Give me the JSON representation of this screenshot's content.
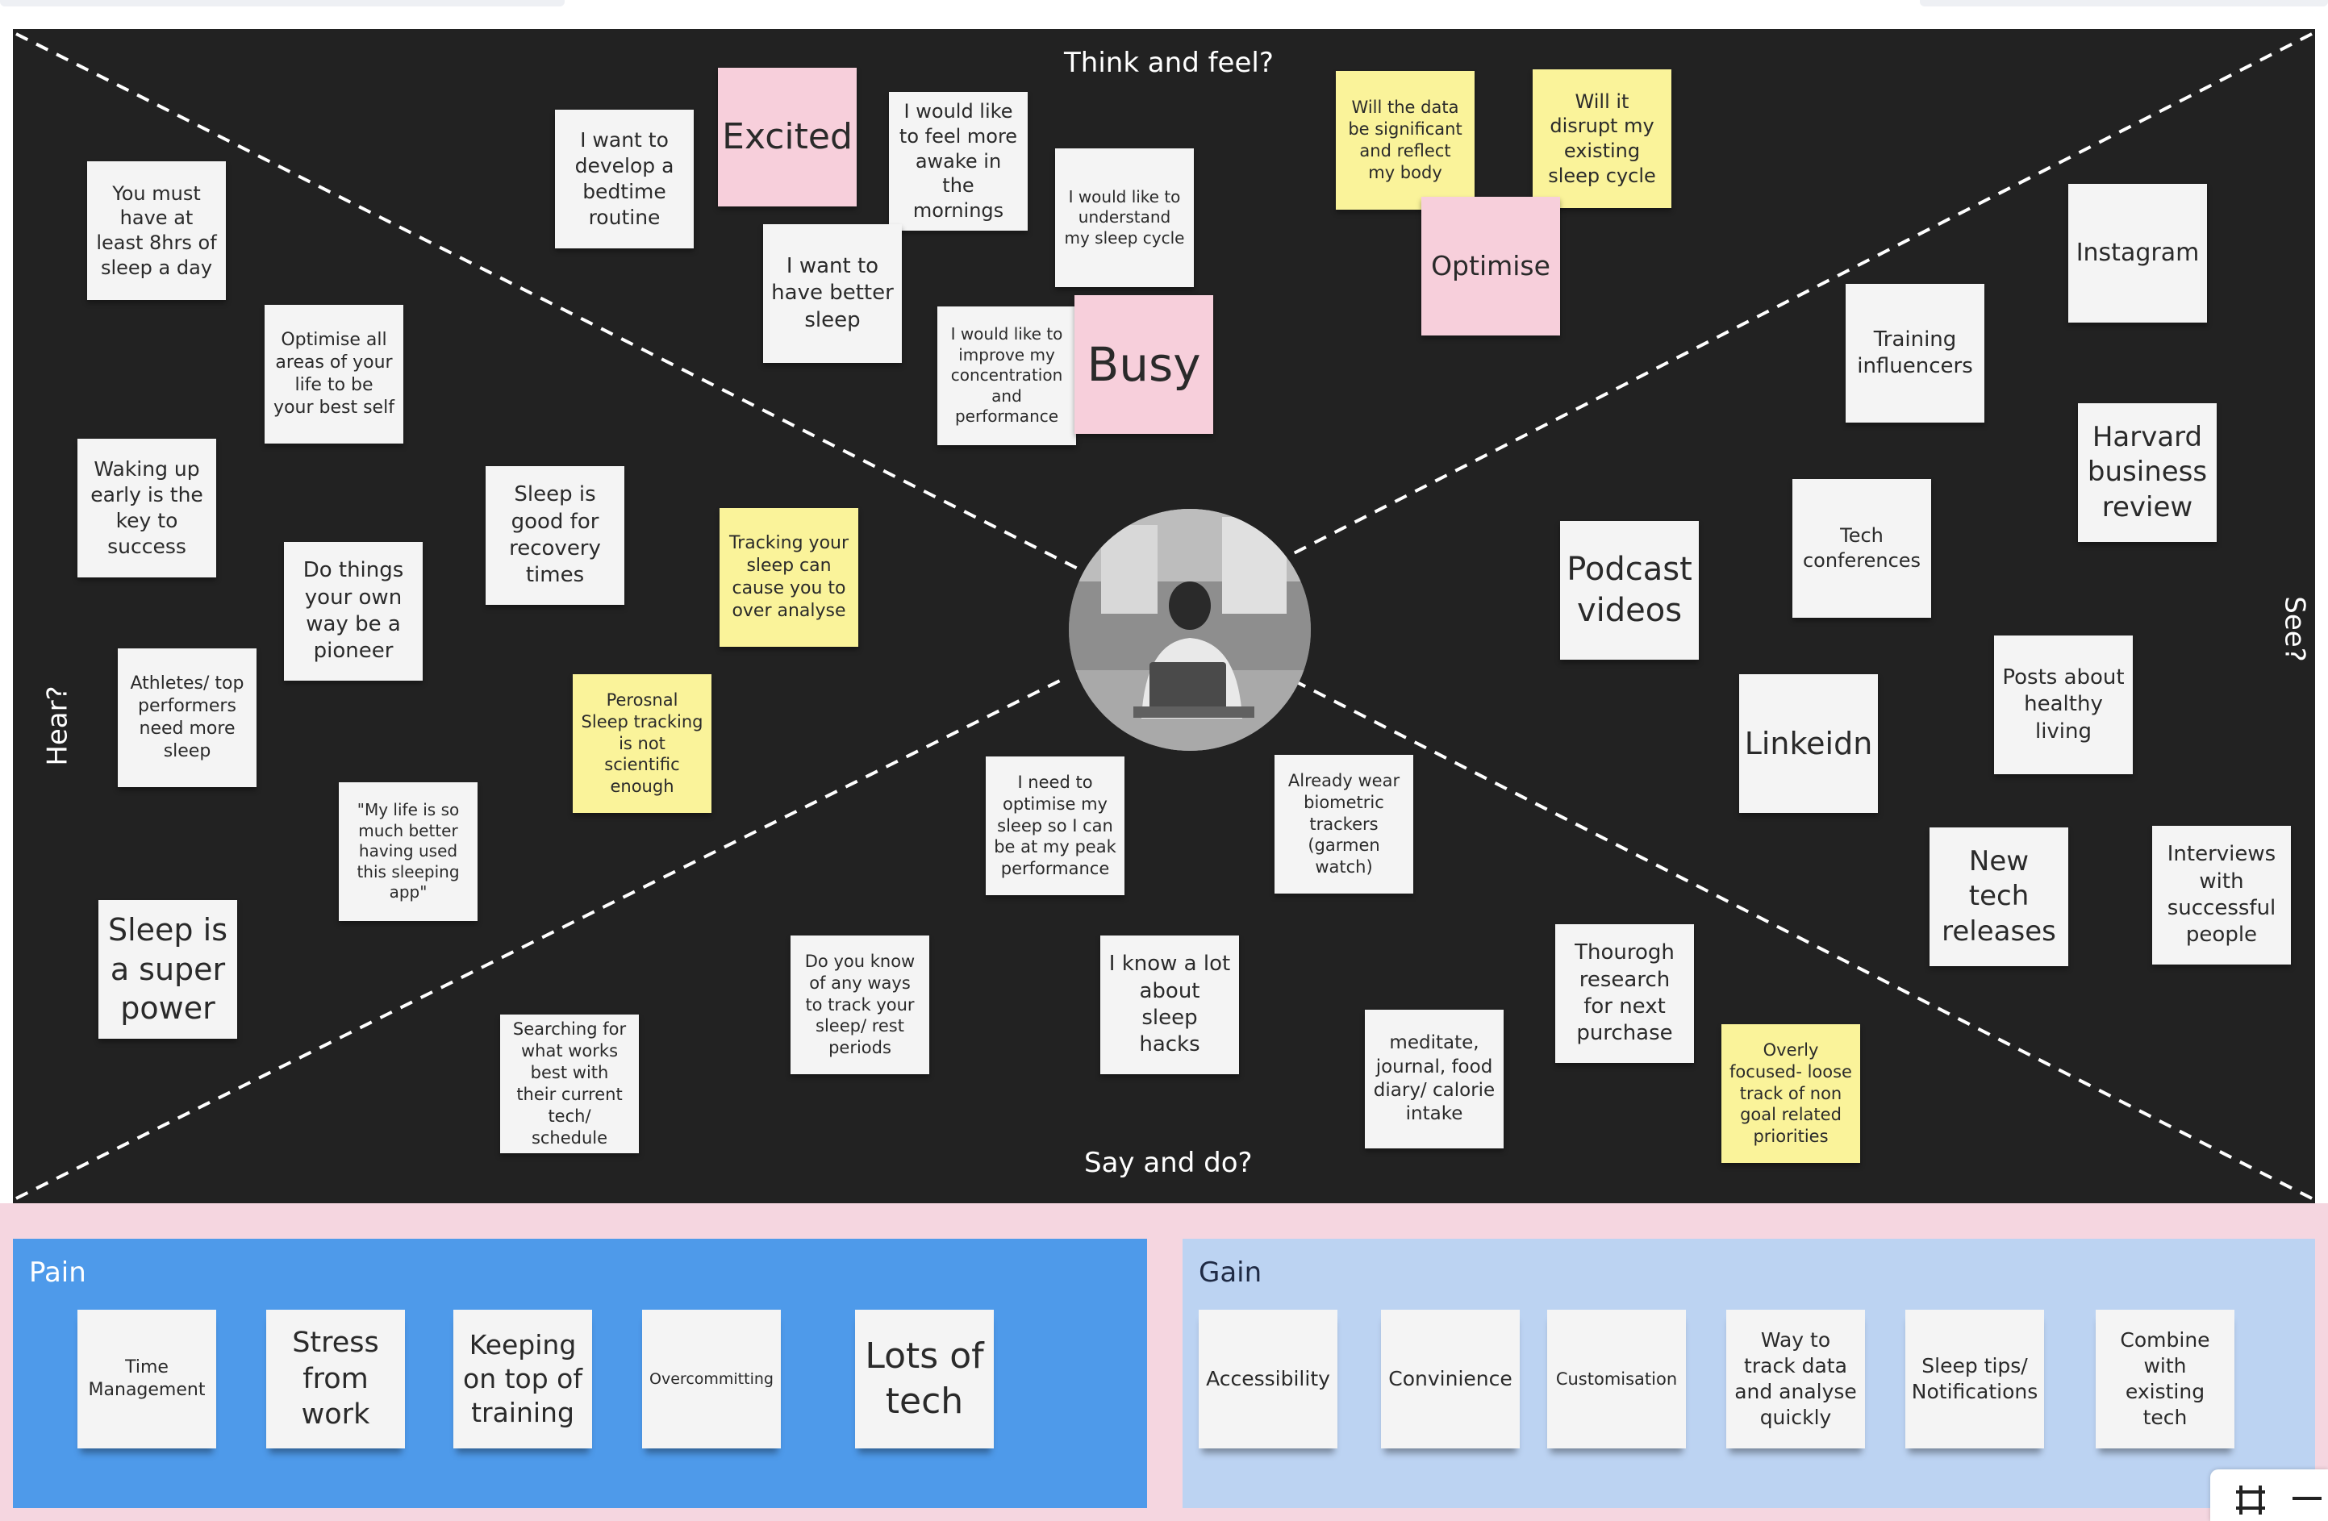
{
  "board": {
    "quadrant_labels": {
      "top": "Think and feel?",
      "bottom": "Say and do?",
      "left": "Hear?",
      "right": "See?"
    },
    "avatar_icon": "person-with-laptop-photo",
    "notes": {
      "think": {
        "n1": "I want to develop a bedtime routine",
        "n2": "Excited",
        "n3": "I would like to feel more awake in the mornings",
        "n4": "I want to have better sleep",
        "n5": "I would like to understand my sleep cycle",
        "n6": "I would like to improve my concentration and performance",
        "n7": "Busy",
        "n8": "Will the data be significant and reflect my body",
        "n9": "Will it disrupt my existing sleep cycle",
        "n10": "Optimise"
      },
      "hear": {
        "n1": "You must have at least 8hrs of sleep a day",
        "n2": "Optimise all areas of your life to be your best self",
        "n3": "Waking up early is the key to success",
        "n4": "Sleep is good for recovery times",
        "n5": "Do things your own way be a pioneer",
        "n6": "Tracking your sleep can cause you to over analyse",
        "n7": "Athletes/ top performers need more sleep",
        "n8": "Perosnal Sleep tracking is not scientific enough",
        "n9": "\"My life is so much better having used this sleeping app\"",
        "n10": "Sleep is a super power"
      },
      "see": {
        "n1": "Instagram",
        "n2": "Training influencers",
        "n3": "Harvard business review",
        "n4": "Tech conferences",
        "n5": "Podcast videos",
        "n6": "Linkeidn",
        "n7": "Posts about healthy living",
        "n8": "New tech releases",
        "n9": "Interviews with successful people"
      },
      "say": {
        "n1": "I need to optimise my sleep so I can be at my peak performance",
        "n2": "Already wear biometric trackers (garmen watch)",
        "n3": "Do you know of any ways to track your sleep/ rest periods",
        "n4": "I know a lot about sleep hacks",
        "n5": "Searching for what works best with their current tech/ schedule",
        "n6": "meditate, journal, food diary/ calorie intake",
        "n7": "Thourogh research for next purchase",
        "n8": "Overly focused- loose track of non goal related priorities"
      }
    }
  },
  "pain": {
    "title": "Pain",
    "items": [
      "Time Management",
      "Stress from work",
      "Keeping on top of training",
      "Overcommitting",
      "Lots of tech"
    ]
  },
  "gain": {
    "title": "Gain",
    "items": [
      "Accessibility",
      "Convinience",
      "Customisation",
      "Way to track data and analyse quickly",
      "Sleep tips/ Notifications",
      "Combine with existing tech"
    ]
  },
  "toolbar": {
    "frame_icon": "frame-icon",
    "minus_icon": "minus-icon"
  },
  "colors": {
    "board": "#222222",
    "sticky_white": "#f4f4f4",
    "sticky_yellow": "#faf39a",
    "sticky_pink": "#f7cfdb",
    "pain_panel": "#4e9aea",
    "gain_panel": "#bcd3f2",
    "background": "#f5d6e0"
  }
}
